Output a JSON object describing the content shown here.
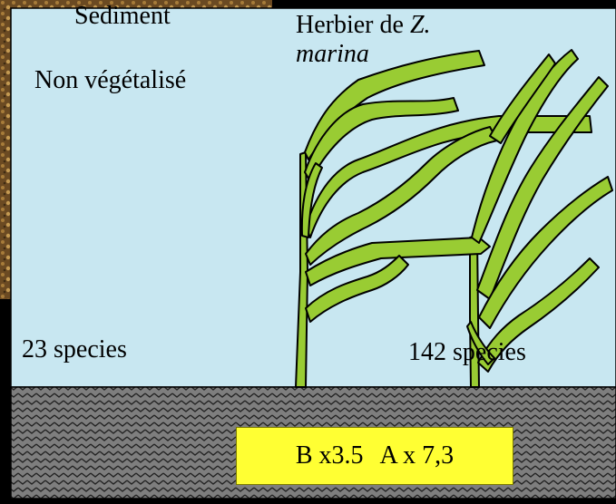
{
  "labels": {
    "sediment": "Sediment",
    "non_vegetated": "Non végétalisé",
    "herbier_prefix": "Herbier de ",
    "herbier_species_line1": "Z.",
    "herbier_species_line2": "marina",
    "species_left": "23 species",
    "species_right": "142 species"
  },
  "ratio_box": {
    "b_ratio": "B  x3.5",
    "a_ratio": "A x 7,3"
  },
  "colors": {
    "water": "#c8e7f1",
    "seagrass": "#99cc33",
    "highlight_box": "#ffff33",
    "sediment_texture": "#8a8a8a",
    "background": "#000000"
  }
}
